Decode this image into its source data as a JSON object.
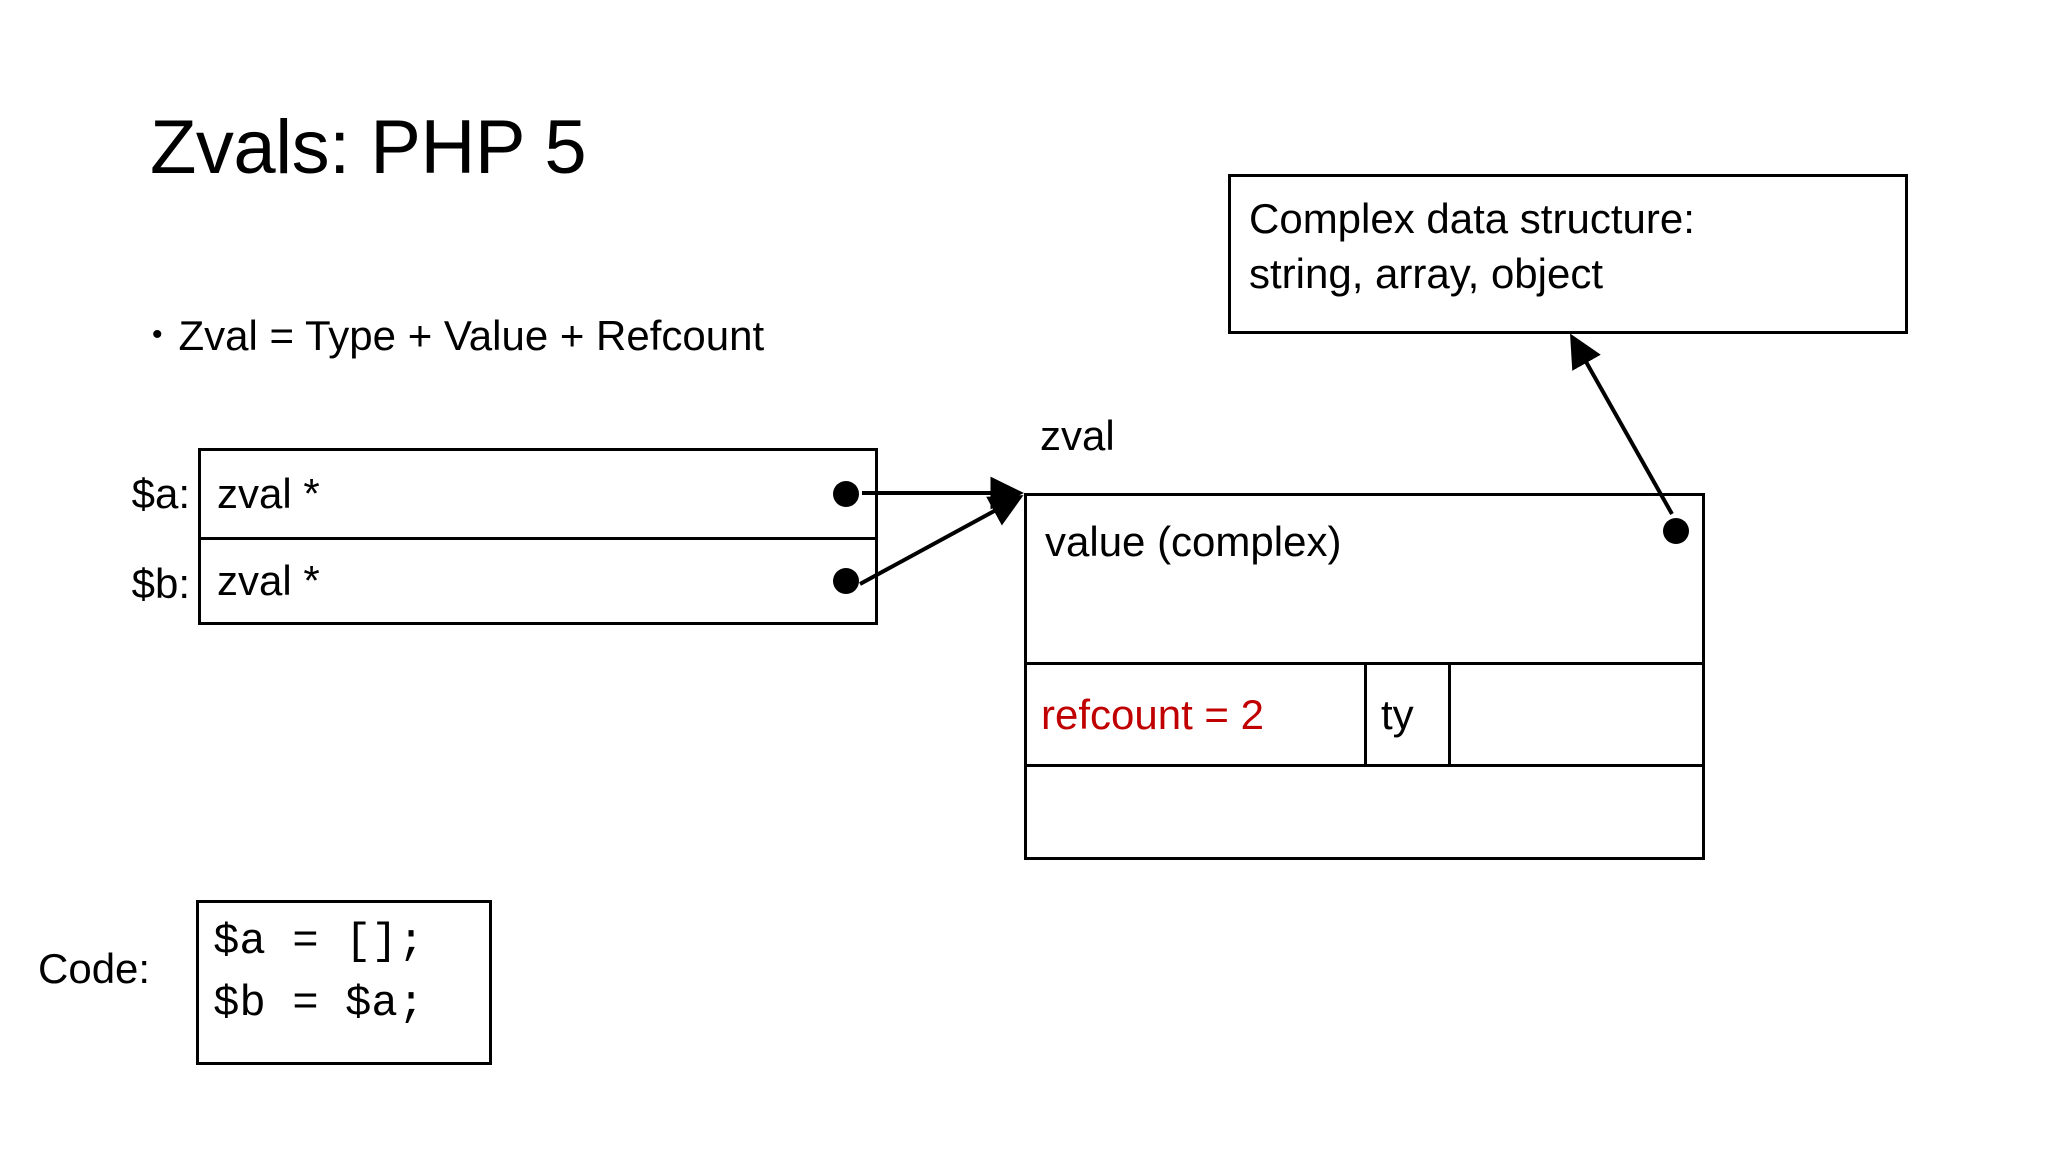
{
  "slide": {
    "title": "Zvals: PHP 5",
    "background_color": "#ffffff",
    "text_color": "#000000",
    "accent_color": "#c00000"
  },
  "bullets": [
    {
      "marker": "•",
      "text": "Zval = Type + Value + Refcount"
    }
  ],
  "pointer_table": {
    "rows": [
      {
        "label": "$a:",
        "value": "zval *"
      },
      {
        "label": "$b:",
        "value": "zval *"
      }
    ]
  },
  "zval": {
    "label": "zval",
    "value_row": "value (complex)",
    "mid_row": {
      "refcount": "refcount = 2",
      "refcount_color": "#c00000",
      "type": "ty",
      "blank": ""
    },
    "bottom_row": ""
  },
  "callout": {
    "lines": [
      "Complex data structure:",
      "string, array, object"
    ]
  },
  "code": {
    "label": "Code:",
    "lines": [
      "$a = [];",
      "$b = $a;"
    ]
  }
}
